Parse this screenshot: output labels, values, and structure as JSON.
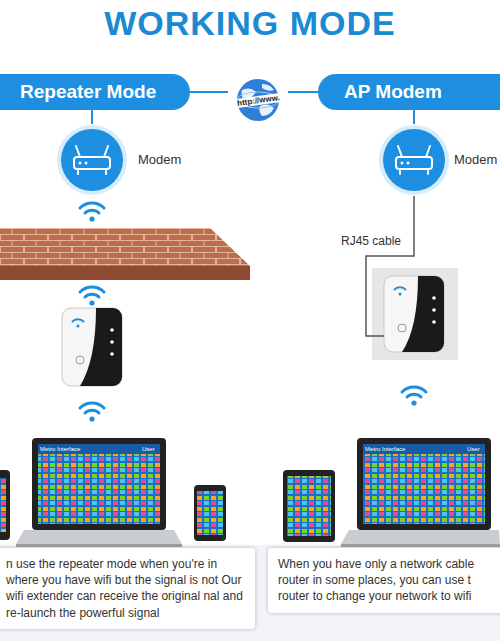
{
  "diagram": {
    "title": "WORKING MODE",
    "nodes": [
      {
        "text": [
          "Repeater Mode"
        ]
      },
      {
        "text": [
          "http://www."
        ]
      },
      {
        "text": [
          "AP Modem"
        ]
      },
      {
        "text": [
          "Modem"
        ]
      },
      {
        "text": [
          "Modem"
        ]
      },
      {
        "text": [
          "n use the repeater mode when you're in where you have wifi but the signal is not Our wifi extender can receive the original nal and re-launch the powerful signal"
        ]
      },
      {
        "text": [
          "When you have only a network cable router in some places, you can use t router to change your network to wifi"
        ]
      }
    ],
    "edges": [
      {
        "from": 1,
        "to": 0,
        "arrow": "none"
      },
      {
        "from": 1,
        "to": 2,
        "arrow": "none"
      },
      {
        "from": 0,
        "to": 3,
        "arrow": "none"
      },
      {
        "from": 2,
        "to": 4,
        "arrow": "none"
      }
    ],
    "labels": [
      "RJ45 cable",
      "Metro Interface",
      "User",
      "Metro Interface",
      "User"
    ]
  }
}
